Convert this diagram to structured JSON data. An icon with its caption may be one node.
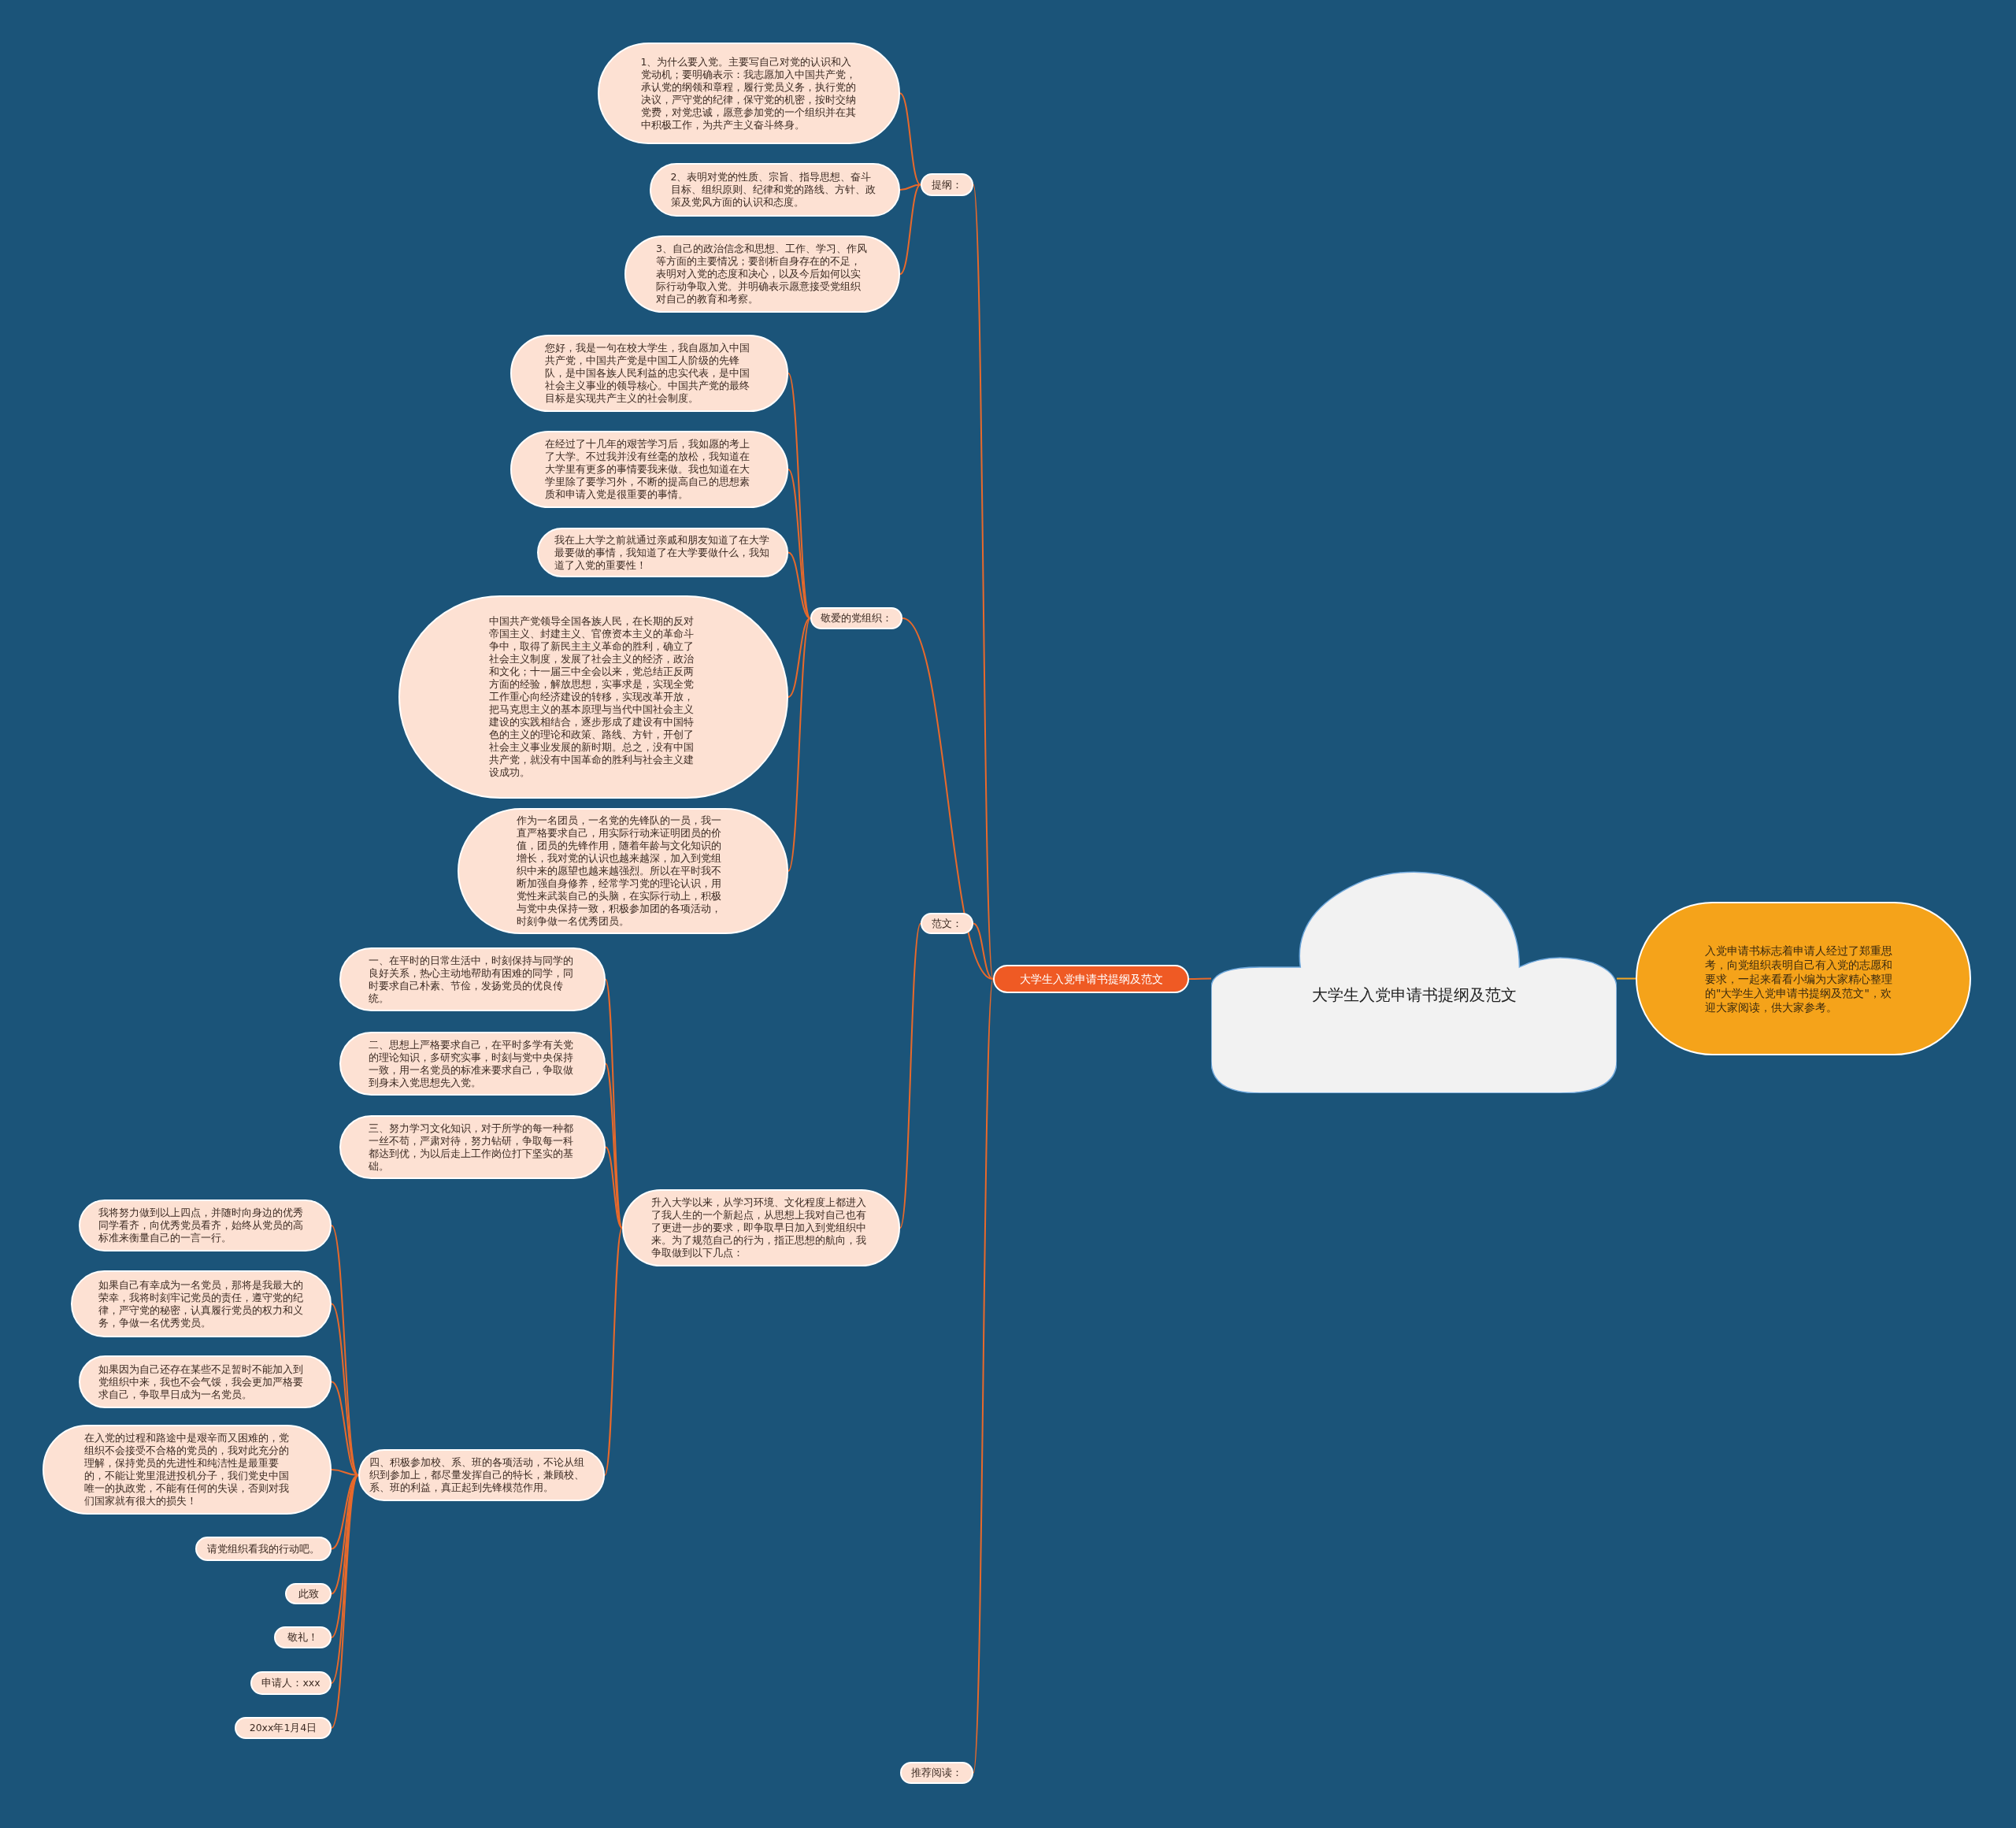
{
  "diagram": {
    "nodes": [
      {
        "text": [
          "大学生入党申请书提纲及范文"
        ]
      },
      {
        "text": [
          "入党申请书标志着申请人经过了郑重思考，向党组织表明自己有入党的志愿和要求，一起来看看小编为大家精心整理的\"大学生入党申请书提纲及范文\"，欢迎大家阅读，供大家参考。"
        ]
      },
      {
        "text": [
          "大学生入党申请书提纲及范文"
        ]
      },
      {
        "text": [
          "提纲："
        ]
      },
      {
        "text": [
          "1、为什么要入党。主要写自己对党的认识和入党动机；要明确表示：我志愿加入中国共产党，承认党的纲领和章程，履行党员义务，执行党的决议，严守党的纪律，保守党的机密，按时交纳党费，对党忠诚，愿意参加党的一个组织并在其中积极工作，为共产主义奋斗终身。"
        ]
      },
      {
        "text": [
          "2、表明对党的性质、宗旨、指导思想、奋斗目标、组织原则、纪律和党的路线、方针、政策及党风方面的认识和态度。"
        ]
      },
      {
        "text": [
          "3、自己的政治信念和思想、工作、学习、作风等方面的主要情况；要剖析自身存在的不足，表明对入党的态度和决心，以及今后如何以实际行动争取入党。并明确表示愿意接受党组织对自己的教育和考察。"
        ]
      },
      {
        "text": [
          "敬爱的党组织："
        ]
      },
      {
        "text": [
          "您好，我是一句在校大学生，我自愿加入中国共产党，中国共产党是中国工人阶级的先锋队，是中国各族人民利益的忠实代表，是中国社会主义事业的领导核心。中国共产党的最终目标是实现共产主义的社会制度。"
        ]
      },
      {
        "text": [
          "在经过了十几年的艰苦学习后，我如愿的考上了大学。不过我并没有丝毫的放松，我知道在大学里有更多的事情要我来做。我也知道在大学里除了要学习外，不断的提高自己的思想素质和申请入党是很重要的事情。"
        ]
      },
      {
        "text": [
          "我在上大学之前就通过亲戚和朋友知道了在大学最要做的事情，我知道了在大学要做什么，我知道了入党的重要性！"
        ]
      },
      {
        "text": [
          "中国共产党领导全国各族人民，在长期的反对帝国主义、封建主义、官僚资本主义的革命斗争中，取得了新民主主义革命的胜利，确立了社会主义制度，发展了社会主义的经济，政治和文化；十一届三中全会以来，党总结正反两方面的经验，解放思想，实事求是，实现全党工作重心向经济建设的转移，实现改革开放，把马克思主义的基本原理与当代中国社会主义建设的实践相结合，逐步形成了建设有中国特色的主义的理论和政策、路线、方针，开创了社会主义事业发展的新时期。总之，没有中国共产党，就没有中国革命的胜利与社会主义建设成功。"
        ]
      },
      {
        "text": [
          "作为一名团员，一名党的先锋队的一员，我一直严格要求自己，用实际行动来证明团员的价值，团员的先锋作用，随着年龄与文化知识的增长，我对党的认识也越来越深，加入到党组织中来的愿望也越来越强烈。所以在平时我不断加强自身修养，经常学习党的理论认识，用党性来武装自己的头脑，在实际行动上，积极与党中央保持一致，积极参加团的各项活动，时刻争做一名优秀团员。"
        ]
      },
      {
        "text": [
          "范文："
        ]
      },
      {
        "text": [
          "升入大学以来，从学习环境、文化程度上都进入了我人生的一个新起点，从思想上我对自己也有了更进一步的要求，即争取早日加入到党组织中来。为了规范自己的行为，指正思想的航向，我争取做到以下几点："
        ]
      },
      {
        "text": [
          "一、在平时的日常生活中，时刻保持与同学的良好关系，热心主动地帮助有困难的同学，同时要求自己朴素、节俭，发扬党员的优良传统。"
        ]
      },
      {
        "text": [
          "二、思想上严格要求自己，在平时多学有关党的理论知识，多研究实事，时刻与党中央保持一致，用一名党员的标准来要求自己，争取做到身未入党思想先入党。"
        ]
      },
      {
        "text": [
          "三、努力学习文化知识，对于所学的每一种都一丝不苟，严肃对待，努力钻研，争取每一科都达到优，为以后走上工作岗位打下坚实的基础。"
        ]
      },
      {
        "text": [
          "四、积极参加校、系、班的各项活动，不论从组织到参加上，都尽量发挥自己的特长，兼顾校、系、班的利益，真正起到先锋模范作用。"
        ]
      },
      {
        "text": [
          "我将努力做到以上四点，并随时向身边的优秀同学看齐，向优秀党员看齐，始终从党员的高标准来衡量自己的一言一行。"
        ]
      },
      {
        "text": [
          "如果自己有幸成为一名党员，那将是我最大的荣幸，我将时刻牢记党员的责任，遵守党的纪律，严守党的秘密，认真履行党员的权力和义务，争做一名优秀党员。"
        ]
      },
      {
        "text": [
          "如果因为自己还存在某些不足暂时不能加入到党组织中来，我也不会气馁，我会更加严格要求自己，争取早日成为一名党员。"
        ]
      },
      {
        "text": [
          "在入党的过程和路途中是艰辛而又困难的，党组织不会接受不合格的党员的，我对此充分的理解，保持党员的先进性和纯洁性是最重要的，不能让党里混进投机分子，我们党史中国唯一的执政党，不能有任何的失误，否则对我们国家就有很大的损失！"
        ]
      },
      {
        "text": [
          "请党组织看我的行动吧。"
        ]
      },
      {
        "text": [
          "此致"
        ]
      },
      {
        "text": [
          "敬礼！"
        ]
      },
      {
        "text": [
          "申请人：xxx"
        ]
      },
      {
        "text": [
          "20xx年1月4日"
        ]
      },
      {
        "text": [
          "推荐阅读："
        ]
      }
    ],
    "edges": [
      {
        "from": 0,
        "to": 1,
        "arrow": "none",
        "color": "#f5a623"
      },
      {
        "from": 0,
        "to": 2,
        "arrow": "none"
      },
      {
        "from": 2,
        "to": 3,
        "arrow": "none"
      },
      {
        "from": 2,
        "to": 7,
        "arrow": "none"
      },
      {
        "from": 2,
        "to": 13,
        "arrow": "none"
      },
      {
        "from": 2,
        "to": 28,
        "arrow": "none"
      },
      {
        "from": 3,
        "to": 4,
        "arrow": "none"
      },
      {
        "from": 3,
        "to": 5,
        "arrow": "none"
      },
      {
        "from": 3,
        "to": 6,
        "arrow": "none"
      },
      {
        "from": 7,
        "to": 8,
        "arrow": "none"
      },
      {
        "from": 7,
        "to": 9,
        "arrow": "none"
      },
      {
        "from": 7,
        "to": 10,
        "arrow": "none"
      },
      {
        "from": 7,
        "to": 11,
        "arrow": "none"
      },
      {
        "from": 7,
        "to": 12,
        "arrow": "none"
      },
      {
        "from": 13,
        "to": 14,
        "arrow": "none"
      },
      {
        "from": 14,
        "to": 15,
        "arrow": "none"
      },
      {
        "from": 14,
        "to": 16,
        "arrow": "none"
      },
      {
        "from": 14,
        "to": 17,
        "arrow": "none"
      },
      {
        "from": 14,
        "to": 18,
        "arrow": "none"
      },
      {
        "from": 18,
        "to": 19,
        "arrow": "none"
      },
      {
        "from": 18,
        "to": 20,
        "arrow": "none"
      },
      {
        "from": 18,
        "to": 21,
        "arrow": "none"
      },
      {
        "from": 18,
        "to": 22,
        "arrow": "none"
      },
      {
        "from": 18,
        "to": 23,
        "arrow": "none"
      },
      {
        "from": 18,
        "to": 24,
        "arrow": "none"
      },
      {
        "from": 18,
        "to": 25,
        "arrow": "none"
      },
      {
        "from": 18,
        "to": 26,
        "arrow": "none"
      },
      {
        "from": 18,
        "to": 27,
        "arrow": "none"
      }
    ]
  }
}
